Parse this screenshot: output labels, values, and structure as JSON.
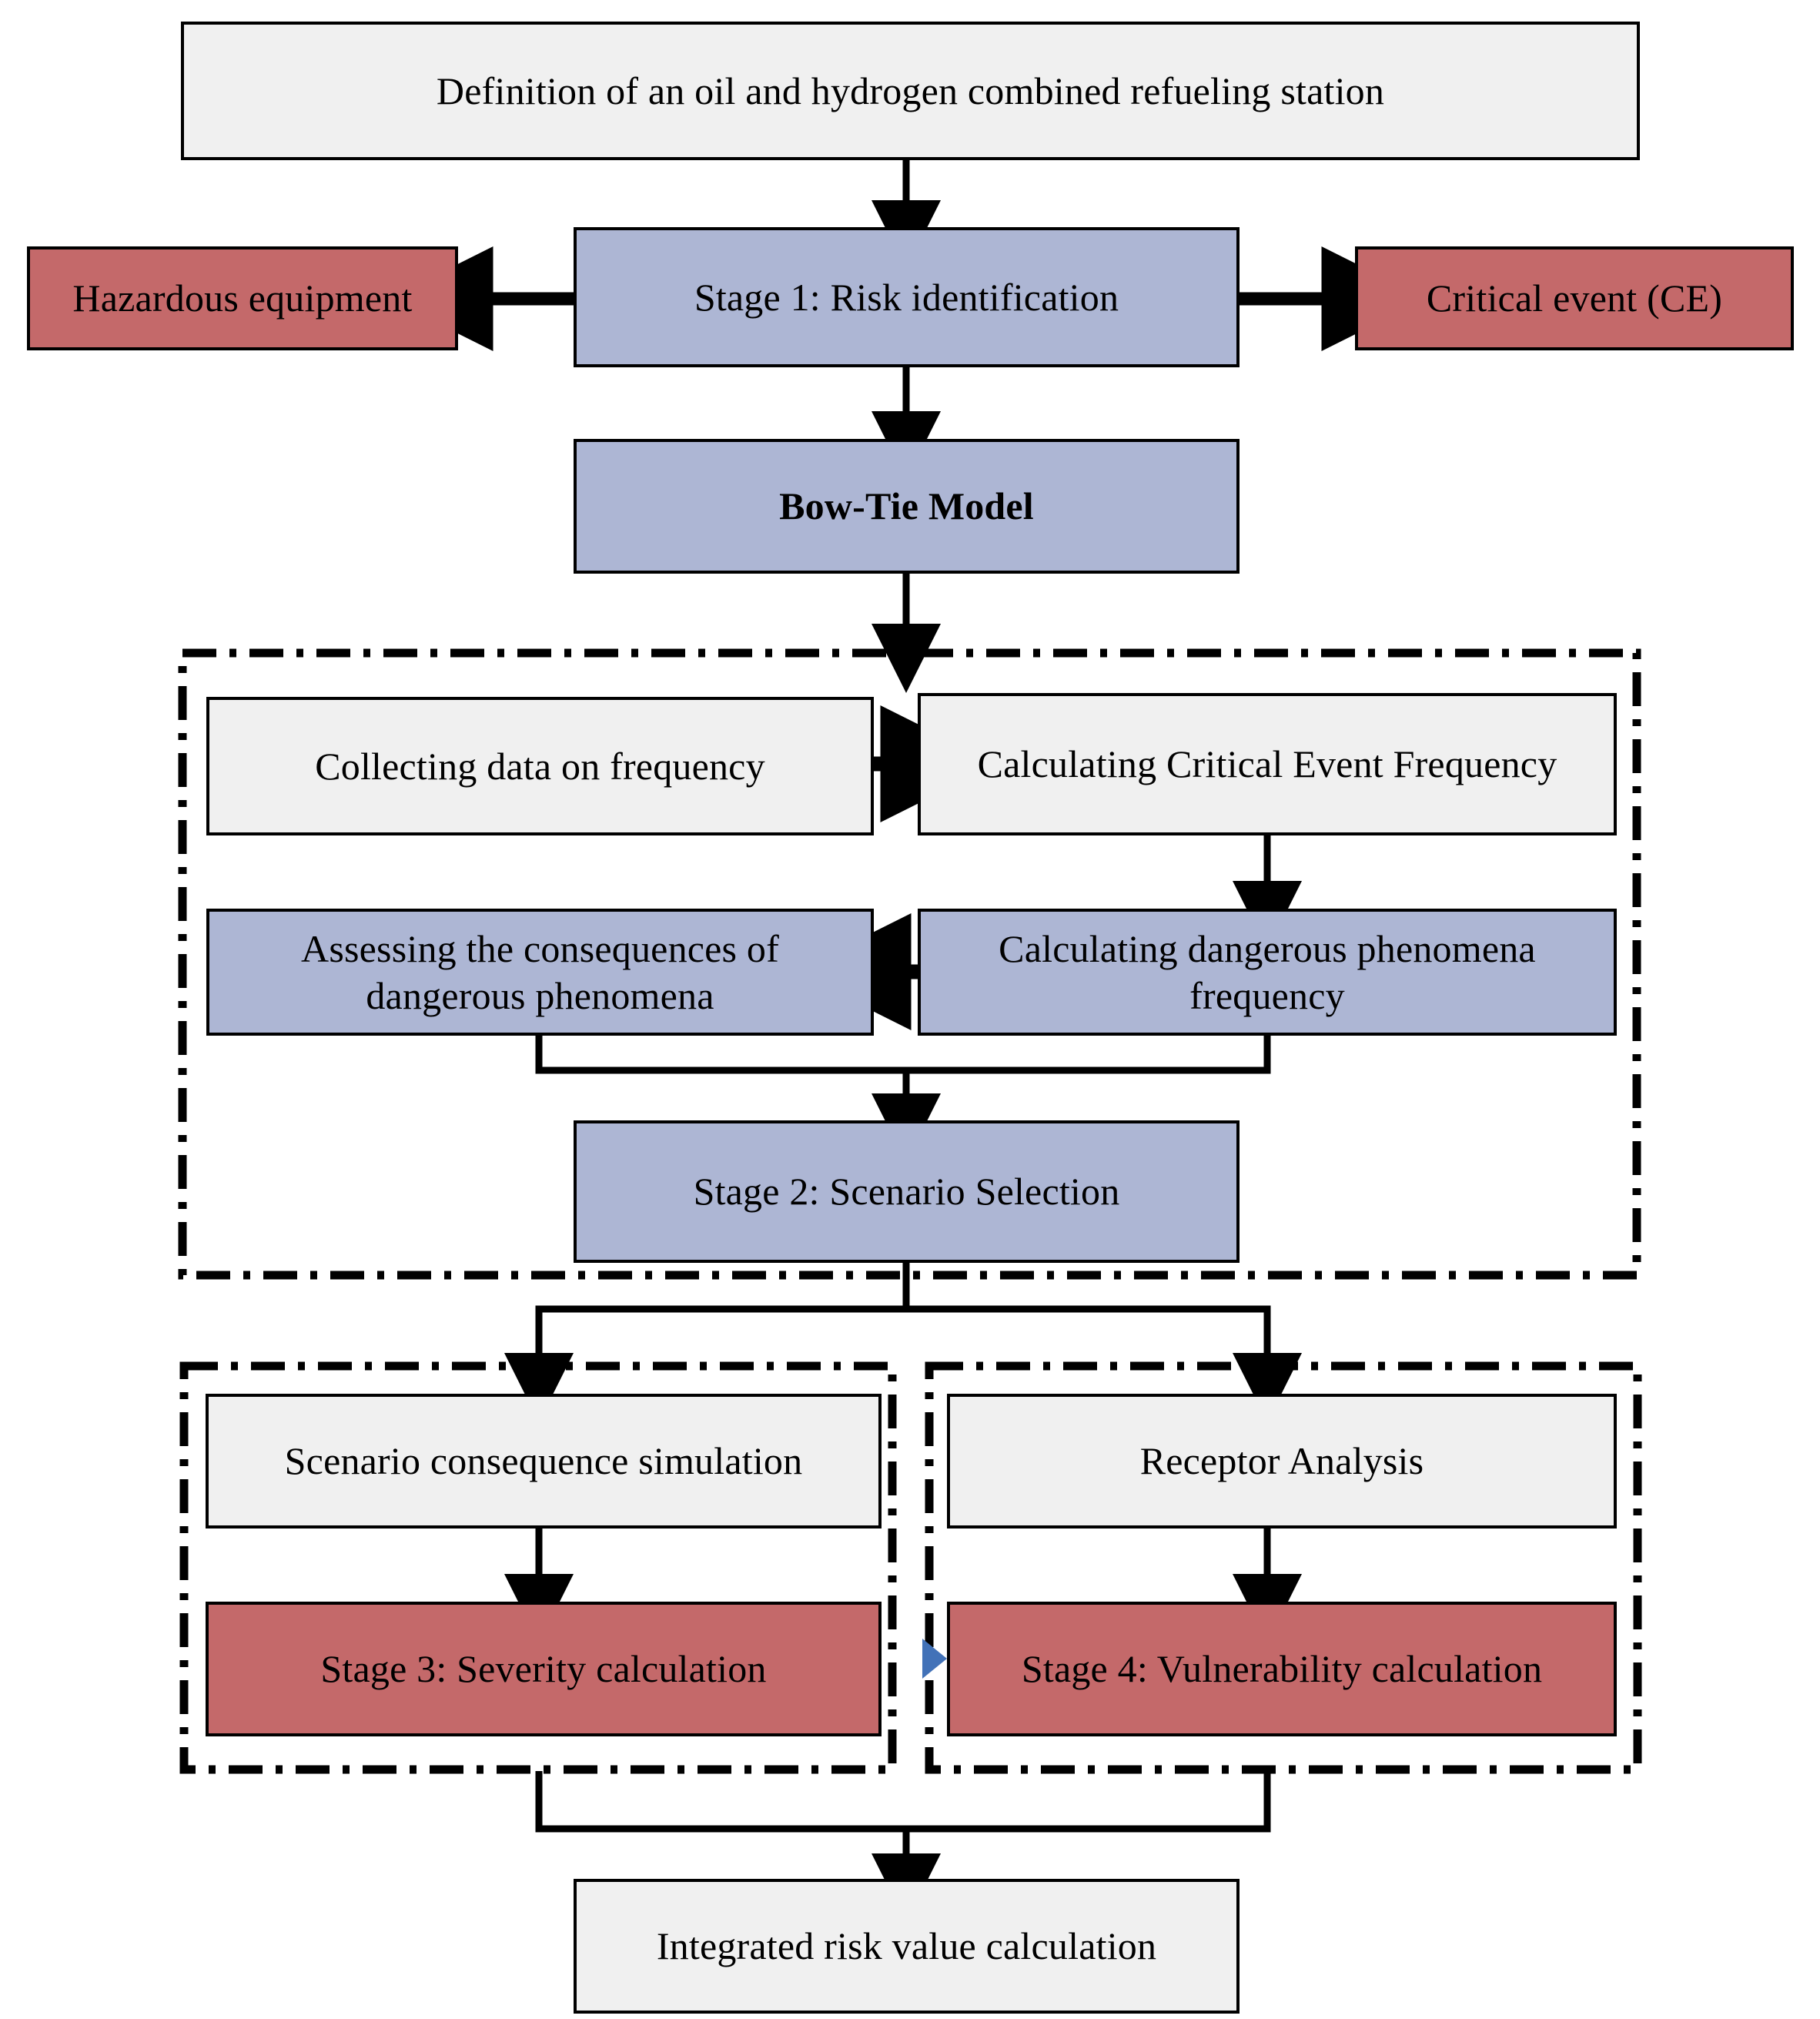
{
  "diagram": {
    "title": "Risk assessment methodology flowchart for an oil and hydrogen combined refueling station",
    "colors": {
      "grey_fill": "#f0f0f0",
      "blue_fill": "#adb6d4",
      "red_fill": "#c4696a",
      "stroke": "#000000",
      "cursor_blue": "#4272b8"
    },
    "nodes": {
      "definition": "Definition of  an oil and hydrogen combined refueling station",
      "stage1": "Stage 1:  Risk identification",
      "hazardous_equipment": "Hazardous equipment",
      "critical_event": "Critical event (CE)",
      "bow_tie_model": "Bow-Tie Model",
      "collecting_data": "Collecting data on frequency",
      "calculating_ce_frequency": "Calculating Critical Event Frequency",
      "assessing_consequences": "Assessing the consequences of dangerous phenomena",
      "calculating_dp_frequency": "Calculating dangerous phenomena frequency",
      "stage2": "Stage 2:  Scenario Selection",
      "scenario_simulation": "Scenario consequence simulation",
      "receptor_analysis": "Receptor Analysis",
      "stage3": "Stage 3:  Severity calculation",
      "stage4": "Stage 4:  Vulnerability calculation",
      "integrated_risk": "Integrated risk value calculation"
    }
  }
}
